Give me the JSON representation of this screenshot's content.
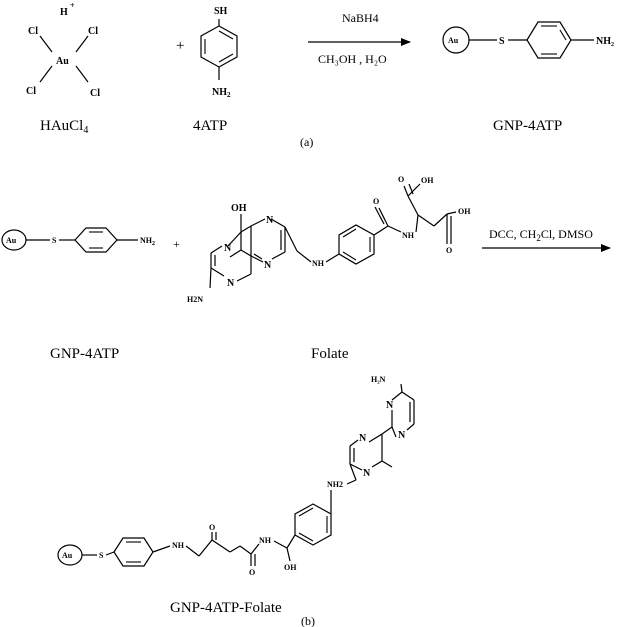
{
  "reaction_a": {
    "haucl4": {
      "h_plus": "H",
      "plus_sign": "+",
      "au": "Au",
      "cl": "Cl",
      "name": "HAuCl",
      "name_sub": "4"
    },
    "plus": "+",
    "atp": {
      "sh": "SH",
      "nh2": "NH",
      "nh2_sub": "2",
      "name": "4ATP"
    },
    "conditions_top": "NaBH4",
    "conditions_bottom": "CH₃OH , H₂O",
    "product": {
      "au": "Au",
      "s": "S",
      "nh2": "NH₂",
      "name": "GNP-4ATP"
    },
    "panel_label": "(a)"
  },
  "reaction_b": {
    "gnp": {
      "au": "Au",
      "s": "S",
      "nh2": "NH",
      "nh2_sub": "2",
      "name": "GNP-4ATP"
    },
    "plus": "+",
    "folate": {
      "oh": "OH",
      "nh": "NH",
      "n": "N",
      "h2n": "H2N",
      "o": "O",
      "cooh": "OH",
      "name": "Folate"
    },
    "conditions": {
      "pre": "DCC, CH",
      "sub": "2",
      "post": "Cl, DMSO"
    },
    "product": {
      "au": "Au",
      "s": "S",
      "nh": "NH",
      "n": "N",
      "o": "O",
      "oh": "OH",
      "nh2_bare": "NH2",
      "h2n": "H₂N",
      "name": "GNP-4ATP-Folate"
    },
    "panel_label": "(b)"
  }
}
